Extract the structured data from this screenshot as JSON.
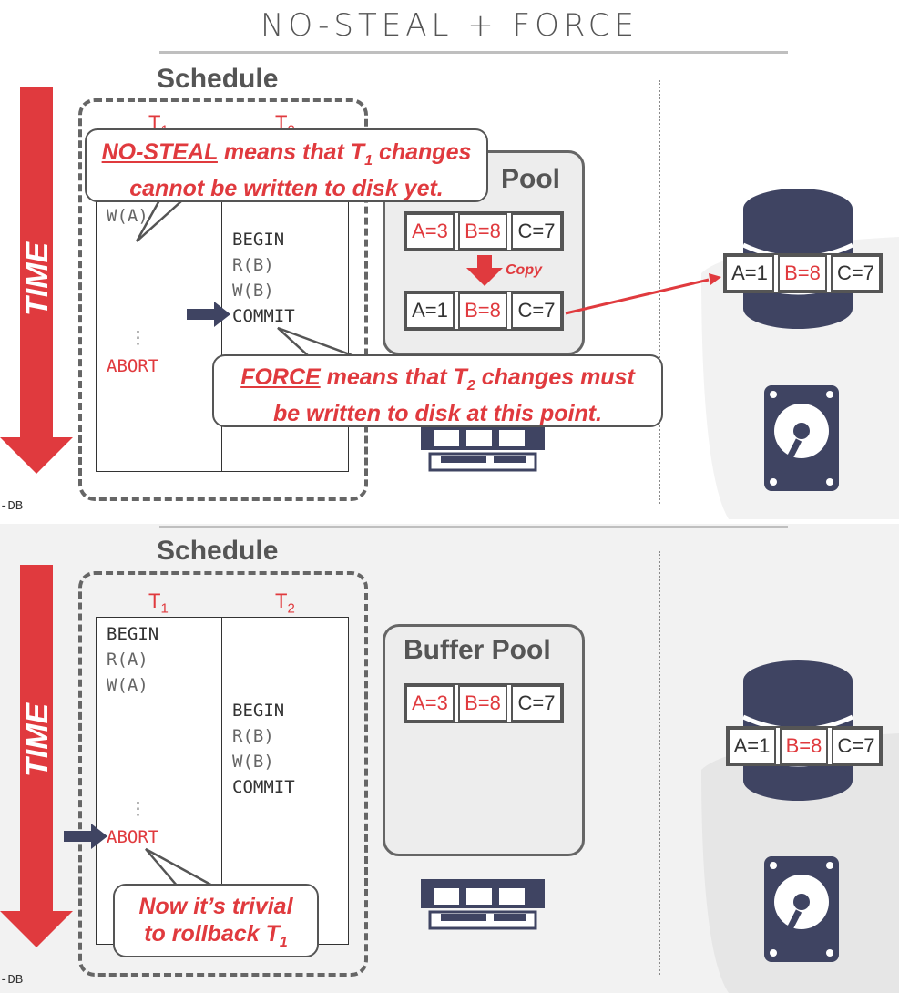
{
  "slide": {
    "title": "NO-STEAL + FORCE"
  },
  "colors": {
    "accent_red": "#e03a3e",
    "dark_navy": "#3f4462",
    "gray_text": "#555555"
  },
  "schedule_label": "Schedule",
  "time_label": "TIME",
  "buffer_pool_label": "Buffer Pool",
  "buffer_pool_label_partial": "Pool",
  "columns": {
    "t1": "T",
    "t1_sub": "1",
    "t2": "T",
    "t2_sub": "2"
  },
  "t1_ops": {
    "begin": "BEGIN",
    "read": "R(A)",
    "write": "W(A)",
    "dots": "⋮",
    "abort": "ABORT"
  },
  "t2_ops": {
    "begin": "BEGIN",
    "read": "R(B)",
    "write": "W(B)",
    "commit": "COMMIT"
  },
  "top_panel": {
    "buffer_cells": [
      {
        "label": "A=3",
        "red": true
      },
      {
        "label": "B=8",
        "red": true
      },
      {
        "label": "C=7",
        "red": false
      }
    ],
    "copy_cells": [
      {
        "label": "A=1",
        "red": false
      },
      {
        "label": "B=8",
        "red": true
      },
      {
        "label": "C=7",
        "red": false
      }
    ],
    "copy_label": "Copy",
    "disk_cells": [
      {
        "label": "A=1",
        "red": false
      },
      {
        "label": "B=8",
        "red": true
      },
      {
        "label": "C=7",
        "red": false
      }
    ],
    "callout_nosteal": {
      "keyword": "NO-STEAL",
      "text_a": " means that T",
      "sub": "1",
      "text_b": " changes",
      "line2": "cannot be written to disk yet."
    },
    "callout_force": {
      "keyword": "FORCE",
      "text_a": " means that T",
      "sub": "2",
      "text_b": " changes must",
      "line2": "be written to disk at this point."
    }
  },
  "bottom_panel": {
    "buffer_cells": [
      {
        "label": "A=3",
        "red": true
      },
      {
        "label": "B=8",
        "red": true
      },
      {
        "label": "C=7",
        "red": false
      }
    ],
    "disk_cells": [
      {
        "label": "A=1",
        "red": false
      },
      {
        "label": "B=8",
        "red": true
      },
      {
        "label": "C=7",
        "red": false
      }
    ],
    "callout_rollback": {
      "line1": "Now it’s trivial",
      "line2": "to rollback T",
      "sub": "1"
    }
  },
  "footer": "-DB"
}
